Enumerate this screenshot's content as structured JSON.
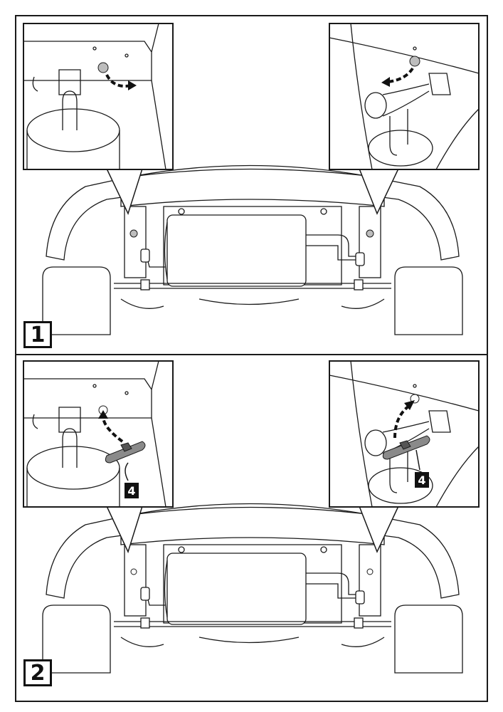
{
  "steps": [
    {
      "number": "1"
    },
    {
      "number": "2",
      "callouts": [
        "4",
        "4"
      ]
    }
  ],
  "colors": {
    "line": "#1a1a1a",
    "part_fill": "#8a8a8a",
    "hole_fill": "#bdbdbd"
  }
}
